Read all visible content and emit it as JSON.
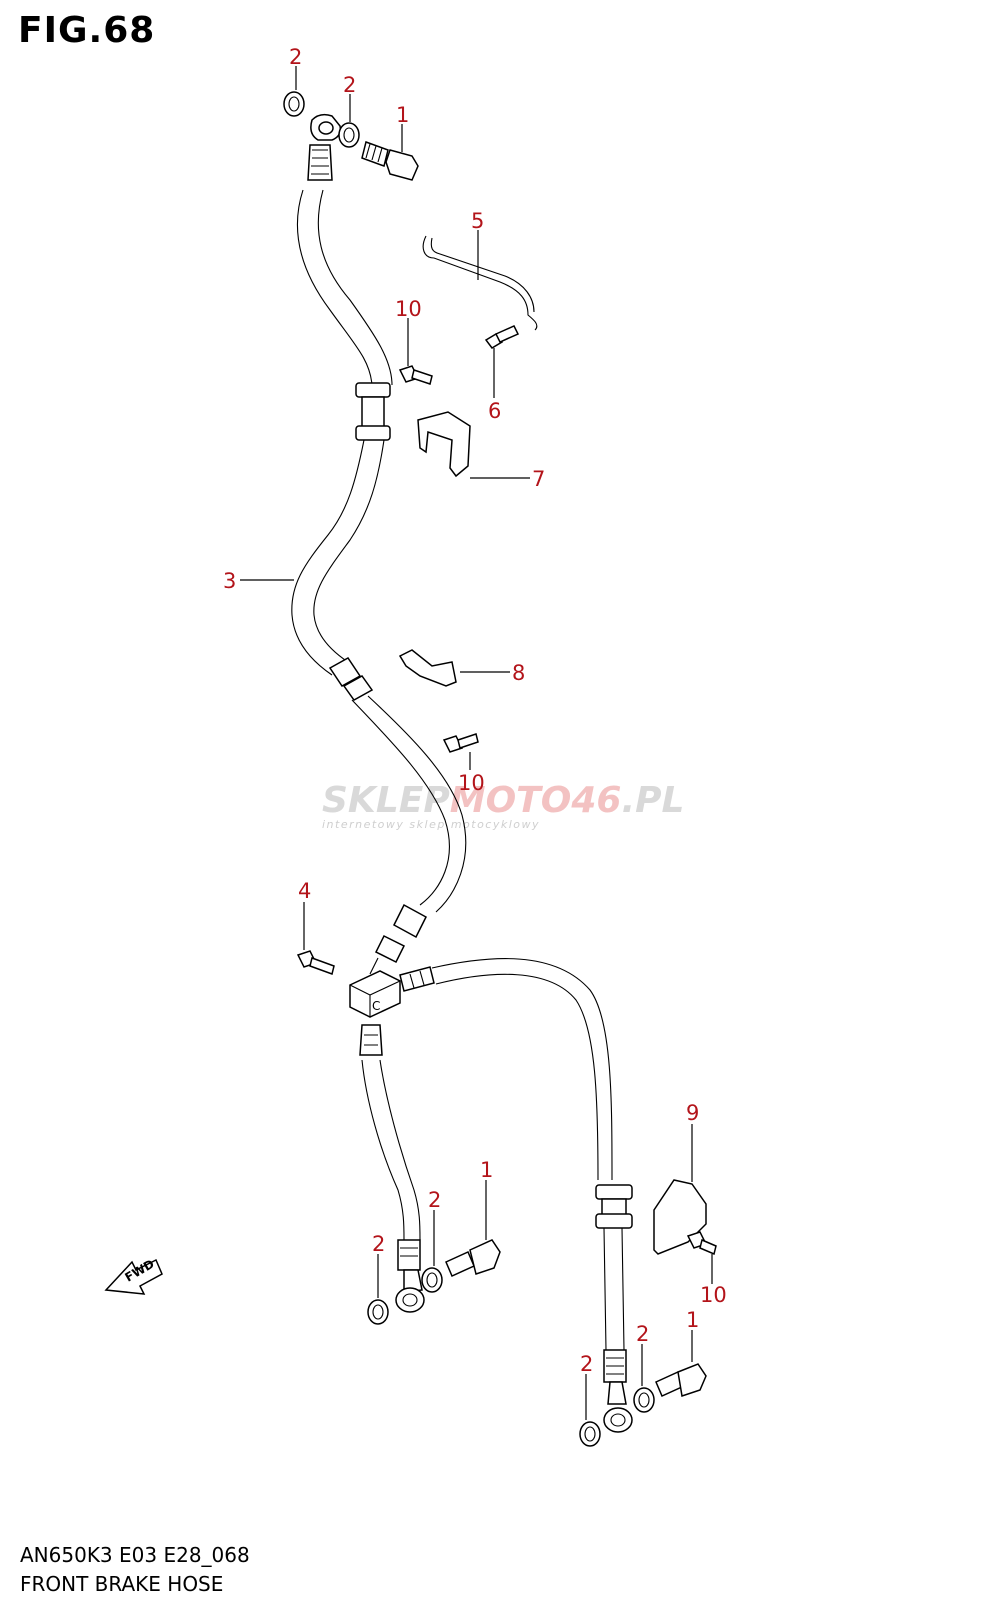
{
  "figure": {
    "title": "FIG.68",
    "model_code": "AN650K3 E03 E28_068",
    "description": "FRONT BRAKE HOSE"
  },
  "watermark": {
    "text_a": "SKLEP",
    "text_b": "MOTO",
    "text_c": "46",
    "text_d": ".PL",
    "tagline": "internetowy sklep motocyklowy"
  },
  "direction_marker": "FWD",
  "callouts": [
    {
      "id": "c2a",
      "label": "2"
    },
    {
      "id": "c2b",
      "label": "2"
    },
    {
      "id": "c1a",
      "label": "1"
    },
    {
      "id": "c5",
      "label": "5"
    },
    {
      "id": "c10a",
      "label": "10"
    },
    {
      "id": "c6",
      "label": "6"
    },
    {
      "id": "c7",
      "label": "7"
    },
    {
      "id": "c3",
      "label": "3"
    },
    {
      "id": "c8",
      "label": "8"
    },
    {
      "id": "c10b",
      "label": "10"
    },
    {
      "id": "c4",
      "label": "4"
    },
    {
      "id": "c9",
      "label": "9"
    },
    {
      "id": "c1b",
      "label": "1"
    },
    {
      "id": "c2c",
      "label": "2"
    },
    {
      "id": "c2d",
      "label": "2"
    },
    {
      "id": "c10c",
      "label": "10"
    },
    {
      "id": "c1c",
      "label": "1"
    },
    {
      "id": "c2e",
      "label": "2"
    },
    {
      "id": "c2f",
      "label": "2"
    }
  ],
  "colors": {
    "callout": "#b3141a",
    "watermark_grey": "#d6d6d6",
    "watermark_red": "#f2b3b3"
  }
}
